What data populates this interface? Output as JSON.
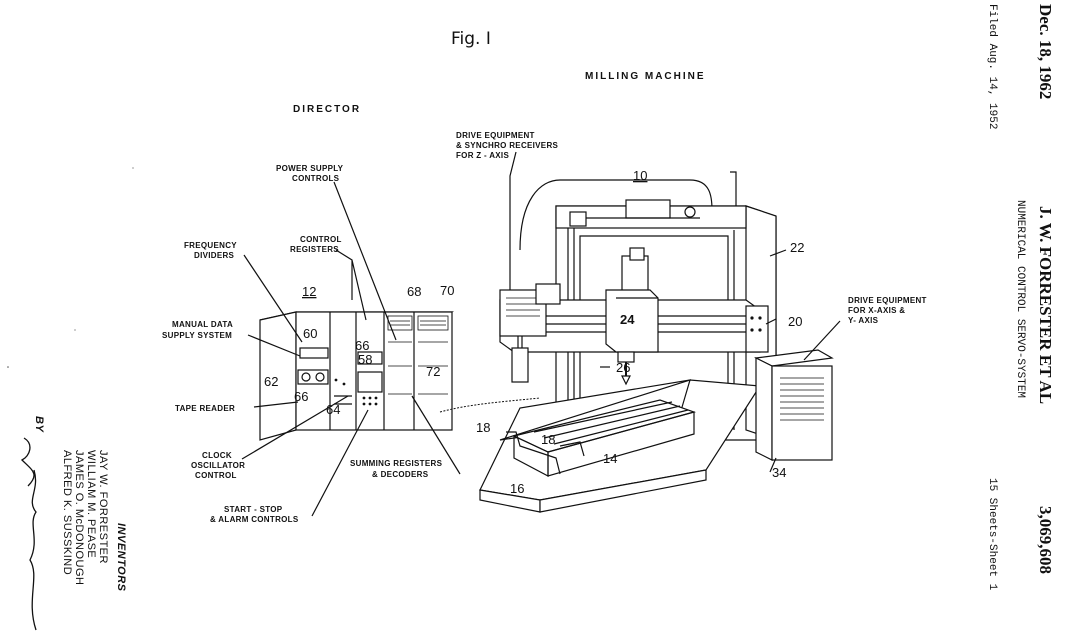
{
  "figure": {
    "label": "Fig. I"
  },
  "headers": {
    "director": "DIRECTOR",
    "milling_machine": "MILLING  MACHINE"
  },
  "side_strip": {
    "date": "Dec. 18, 1962",
    "filed": "Filed Aug. 14, 1952",
    "inventor_name": "J. W. FORRESTER ET AL",
    "title": "NUMERICAL CONTROL SERVO-SYSTEM",
    "sheets": "15 Sheets-Sheet 1",
    "patent_number": "3,069,608"
  },
  "inventors": {
    "heading": "INVENTORS",
    "names": [
      "JAY W. FORRESTER",
      "WILLIAM M. PEASE",
      "JAMES O. McDONOUGH",
      "ALFRED K. SUSSKIND"
    ],
    "by": "BY"
  },
  "labels": {
    "power_supply": [
      "POWER SUPPLY",
      "CONTROLS"
    ],
    "frequency_dividers": [
      "FREQUENCY",
      "DIVIDERS"
    ],
    "control_registers": [
      "CONTROL",
      "REGISTERS"
    ],
    "manual_data": [
      "MANUAL DATA",
      "SUPPLY  SYSTEM"
    ],
    "tape_reader": [
      "TAPE READER"
    ],
    "clock": [
      "CLOCK",
      "OSCILLATOR",
      "CONTROL"
    ],
    "summing": [
      "SUMMING  REGISTERS",
      "& DECODERS"
    ],
    "start_stop": [
      "START - STOP",
      "& ALARM CONTROLS"
    ],
    "drive_z": [
      "DRIVE EQUIPMENT",
      "& SYNCHRO  RECEIVERS",
      "FOR  Z - AXIS"
    ],
    "drive_xy": [
      "DRIVE EQUIPMENT",
      "FOR X-AXIS &",
      "Y- AXIS"
    ]
  },
  "reference_numerals": {
    "n10": "10",
    "n12": "12",
    "n14": "14",
    "n16": "16",
    "n18a": "18",
    "n18b": "18",
    "n20": "20",
    "n22": "22",
    "n24": "24",
    "n26": "26",
    "n34": "34",
    "n58": "58",
    "n60": "60",
    "n62": "62",
    "n64": "64",
    "n66a": "66",
    "n66b": "66",
    "n68": "68",
    "n70": "70",
    "n72": "72"
  }
}
